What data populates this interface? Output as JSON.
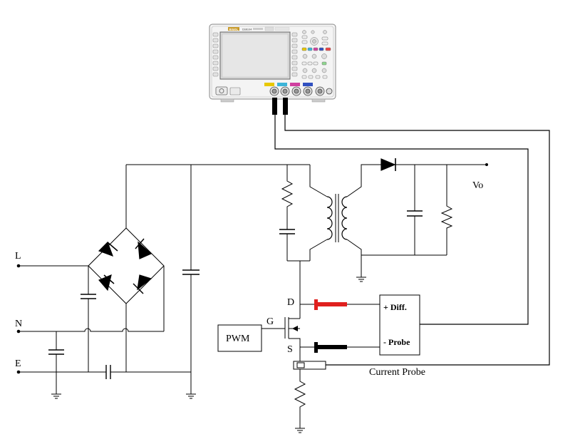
{
  "labels": {
    "L": "L",
    "N": "N",
    "E": "E",
    "Vo": "Vo",
    "D": "D",
    "G": "G",
    "S": "S",
    "pwm": "PWM",
    "diff_plus": "+ Diff.",
    "probe_minus": "- Probe",
    "current_probe": "Current Probe"
  },
  "oscilloscope": {
    "brand": "RIGOL",
    "model": "DS6104"
  },
  "colors": {
    "wire": "#000000",
    "probe_positive": "#e0201e",
    "probe_negative": "#000000",
    "scope_body": "#f4f4f4",
    "scope_screen": "#d7d7d7",
    "scope_brand": "#c89a2a",
    "channel_yellow": "#e8c800",
    "channel_cyan": "#3cb4d8",
    "channel_magenta": "#d040a0",
    "channel_blue": "#3050c0"
  }
}
